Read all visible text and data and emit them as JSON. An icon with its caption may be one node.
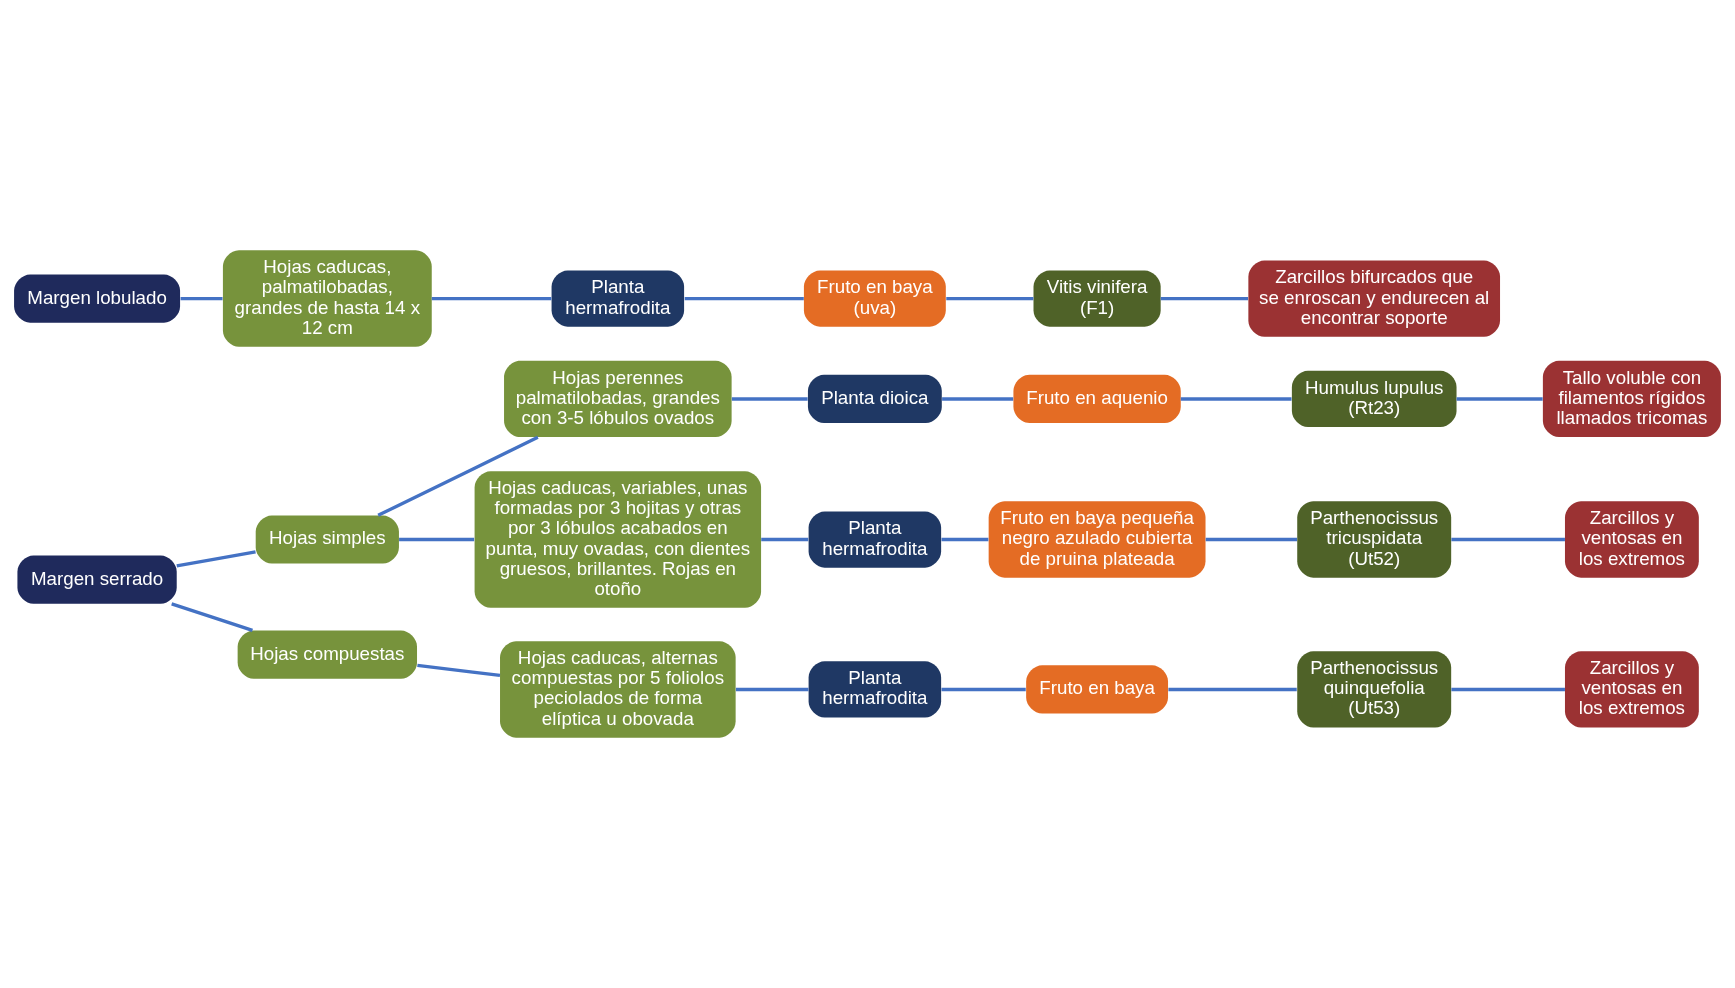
{
  "diagram": {
    "nodes": [
      {
        "text": [
          "Margen serrado"
        ]
      },
      {
        "text": [
          "Hojas simples"
        ]
      },
      {
        "text": [
          "Hojas perennes palmatilobadas, grandes con 3-5 lóbulos ovados"
        ]
      },
      {
        "text": [
          "Planta dioica"
        ]
      },
      {
        "text": [
          "Fruto en aquenio"
        ]
      },
      {
        "text": [
          "Humulus lupulus (Rt23)"
        ]
      },
      {
        "text": [
          "Tallo voluble con filamentos rígidos llamados tricomas"
        ]
      },
      {
        "text": [
          "Hojas caducas, variables, unas formadas por 3 hojitas y otras por 3 lóbulos acabados en punta, muy ovadas, con dientes gruesos, brillantes. Rojas en otoño"
        ]
      },
      {
        "text": [
          "Planta hermafrodita"
        ]
      },
      {
        "text": [
          "Fruto en baya pequeña negro azulado cubierta de pruina plateada"
        ]
      },
      {
        "text": [
          "Parthenocissus tricuspidata (Ut52)"
        ]
      },
      {
        "text": [
          "Zarcillos y ventosas en los extremos"
        ]
      },
      {
        "text": [
          "Hojas compuestas"
        ]
      },
      {
        "text": [
          "Hojas caducas, alternas compuestas por 5 foliolos peciolados de forma elíptica u obovada"
        ]
      },
      {
        "text": [
          "Planta hermafrodita"
        ]
      },
      {
        "text": [
          "Fruto en baya"
        ]
      },
      {
        "text": [
          "Parthenocissus quinquefolia (Ut53)"
        ]
      },
      {
        "text": [
          "Zarcillos y ventosas en los extremos"
        ]
      },
      {
        "text": [
          "Margen lobulado"
        ]
      },
      {
        "text": [
          "Hojas caducas, palmatilobadas, grandes de hasta 14 x 12 cm"
        ]
      },
      {
        "text": [
          "Planta hermafrodita"
        ]
      },
      {
        "text": [
          "Fruto en baya (uva)"
        ]
      },
      {
        "text": [
          "Vitis vinifera (F1)"
        ]
      },
      {
        "text": [
          "Zarcillos bifurcados que se enroscan y endurecen al encontrar soporte"
        ]
      }
    ],
    "edges": [
      {
        "from": 0,
        "to": 1,
        "arrow": "none"
      },
      {
        "from": 0,
        "to": 12,
        "arrow": "none"
      },
      {
        "from": 1,
        "to": 2,
        "arrow": "none"
      },
      {
        "from": 1,
        "to": 7,
        "arrow": "none"
      },
      {
        "from": 2,
        "to": 3,
        "arrow": "none"
      },
      {
        "from": 3,
        "to": 4,
        "arrow": "none"
      },
      {
        "from": 4,
        "to": 5,
        "arrow": "none"
      },
      {
        "from": 5,
        "to": 6,
        "arrow": "none"
      },
      {
        "from": 7,
        "to": 8,
        "arrow": "none"
      },
      {
        "from": 8,
        "to": 9,
        "arrow": "none"
      },
      {
        "from": 9,
        "to": 10,
        "arrow": "none"
      },
      {
        "from": 10,
        "to": 11,
        "arrow": "none"
      },
      {
        "from": 12,
        "to": 13,
        "arrow": "none"
      },
      {
        "from": 13,
        "to": 14,
        "arrow": "none"
      },
      {
        "from": 14,
        "to": 15,
        "arrow": "none"
      },
      {
        "from": 15,
        "to": 16,
        "arrow": "none"
      },
      {
        "from": 16,
        "to": 17,
        "arrow": "none"
      },
      {
        "from": 18,
        "to": 19,
        "arrow": "none"
      },
      {
        "from": 19,
        "to": 20,
        "arrow": "none"
      },
      {
        "from": 20,
        "to": 21,
        "arrow": "none"
      },
      {
        "from": 21,
        "to": 22,
        "arrow": "none"
      },
      {
        "from": 22,
        "to": 23,
        "arrow": "none"
      }
    ]
  }
}
